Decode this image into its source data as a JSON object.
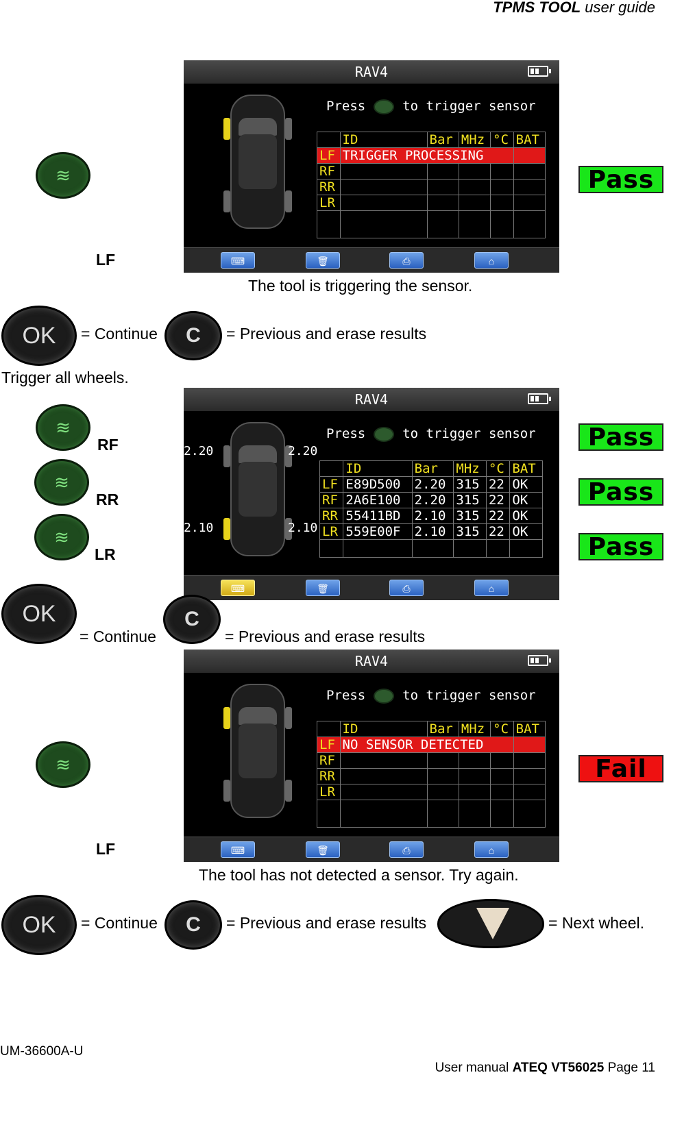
{
  "header": {
    "title_bold": "TPMS TOOL",
    "title_rest": " user guide"
  },
  "screens": [
    {
      "title": "RAV4",
      "prompt_pre": "Press",
      "prompt_post": "to trigger sensor",
      "columns": [
        "",
        "ID",
        "Bar",
        "MHz",
        "°C",
        "BAT"
      ],
      "rows": [
        {
          "pos": "LF",
          "message": "TRIGGER PROCESSING"
        },
        {
          "pos": "RF"
        },
        {
          "pos": "RR"
        },
        {
          "pos": "LR"
        }
      ]
    },
    {
      "title": "RAV4",
      "prompt_pre": "Press",
      "prompt_post": "to trigger sensor",
      "pressures": {
        "front_left": "2.20",
        "front_right": "2.20",
        "rear_left": "2.10",
        "rear_right": "2.10"
      },
      "columns": [
        "",
        "ID",
        "Bar",
        "MHz",
        "°C",
        "BAT"
      ],
      "rows": [
        {
          "pos": "LF",
          "id": "E89D500",
          "bar": "2.20",
          "mhz": "315",
          "c": "22",
          "bat": "OK"
        },
        {
          "pos": "RF",
          "id": "2A6E100",
          "bar": "2.20",
          "mhz": "315",
          "c": "22",
          "bat": "OK"
        },
        {
          "pos": "RR",
          "id": "55411BD",
          "bar": "2.10",
          "mhz": "315",
          "c": "22",
          "bat": "OK"
        },
        {
          "pos": "LR",
          "id": "559E00F",
          "bar": "2.10",
          "mhz": "315",
          "c": "22",
          "bat": "OK"
        }
      ]
    },
    {
      "title": "RAV4",
      "prompt_pre": "Press",
      "prompt_post": "to trigger sensor",
      "columns": [
        "",
        "ID",
        "Bar",
        "MHz",
        "°C",
        "BAT"
      ],
      "rows": [
        {
          "pos": "LF",
          "message": "NO SENSOR DETECTED"
        },
        {
          "pos": "RF"
        },
        {
          "pos": "RR"
        },
        {
          "pos": "LR"
        }
      ]
    }
  ],
  "wheel_labels": {
    "lf": "LF",
    "rf": "RF",
    "rr": "RR",
    "lr": "LR"
  },
  "buttons": {
    "ok": "OK",
    "c": "C"
  },
  "badges": {
    "pass": "Pass",
    "fail": "Fail"
  },
  "text": {
    "caption1": "The tool is triggering the sensor.",
    "continue": "= Continue",
    "previous": "= Previous and erase results",
    "trigger_all": "Trigger all wheels.",
    "caption2": "The tool has not detected a sensor. Try again.",
    "next_wheel": "= Next wheel."
  },
  "footer": {
    "doc_code": "UM-36600A-U",
    "manual_pre": "User manual ",
    "manual_bold": "ATEQ VT56025",
    "page": " Page 11"
  },
  "colors": {
    "pass": "#19e619",
    "fail": "#ee1111",
    "highlight_row": "#e01818",
    "label_yellow": "#f0e020"
  }
}
